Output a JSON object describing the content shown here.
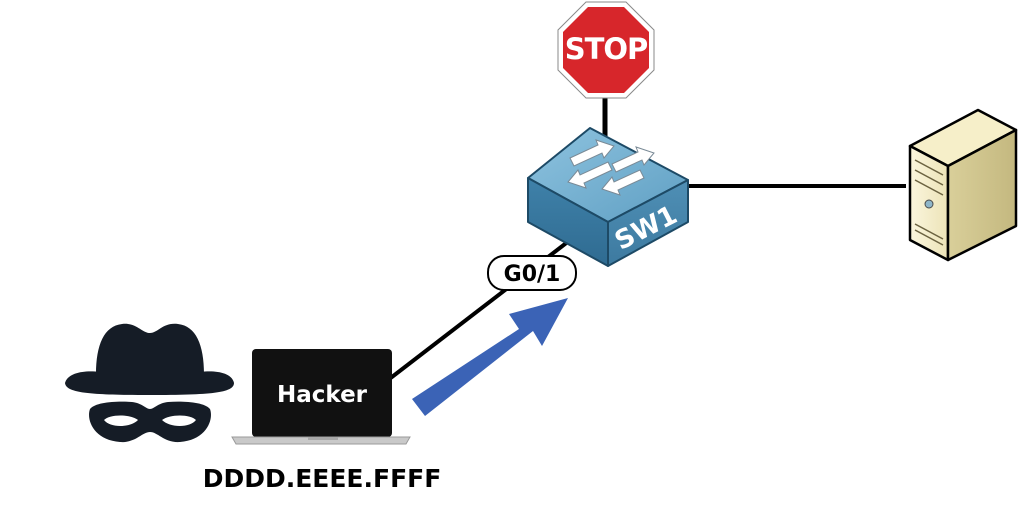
{
  "stop_sign": {
    "text": "STOP",
    "color": "#d7262b"
  },
  "switch": {
    "label": "SW1",
    "color": "#5a9ec1"
  },
  "laptop": {
    "label": "Hacker"
  },
  "interface": {
    "label": "G0/1"
  },
  "attacker": {
    "mac": "DDDD.EEEE.FFFF"
  },
  "arrow": {
    "color": "#3b63b6"
  },
  "icons": {
    "hacker": "spy-hat-mask-icon",
    "laptop": "laptop-icon",
    "switch": "network-switch-icon",
    "server": "server-tower-icon",
    "stop": "stop-sign-icon"
  }
}
